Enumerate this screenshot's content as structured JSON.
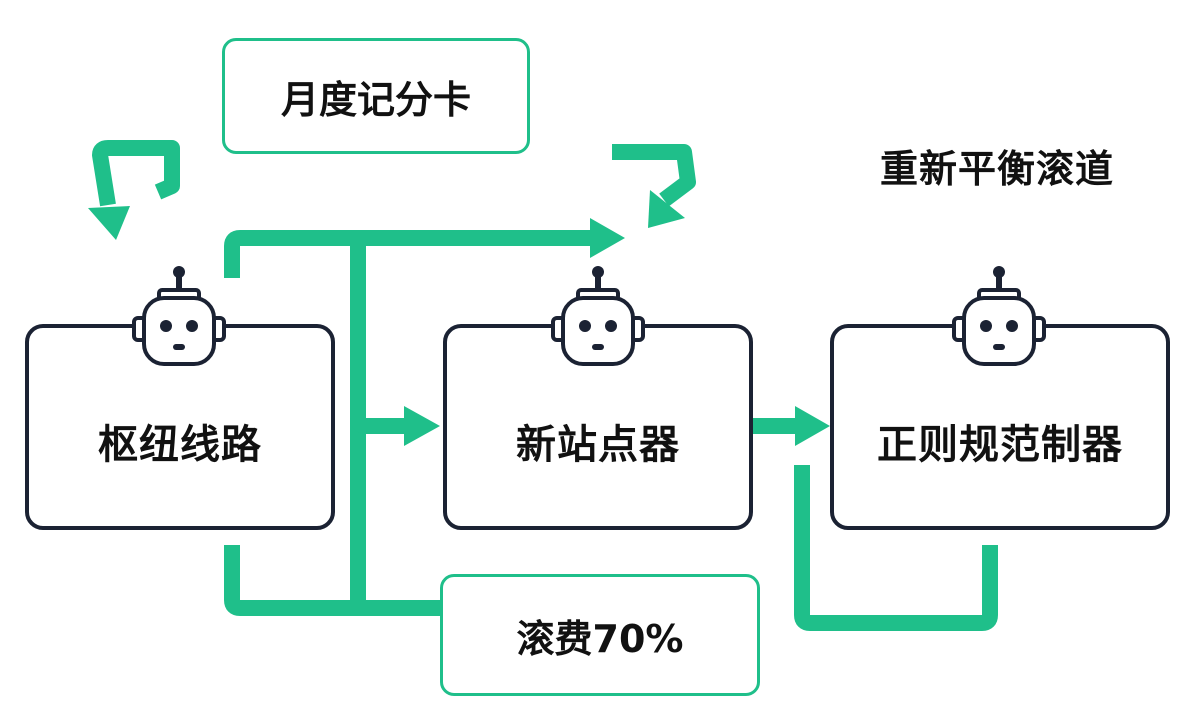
{
  "colors": {
    "accent": "#1fbf8a",
    "box_border": "#1b2233",
    "text": "#111111"
  },
  "nodes": {
    "hub_route": {
      "label": "枢纽线路",
      "icon": "robot-icon"
    },
    "new_site": {
      "label": "新站点器",
      "icon": "robot-icon"
    },
    "regularizer": {
      "label": "正则规范制器",
      "icon": "robot-icon"
    }
  },
  "notes": {
    "monthly_scorecard": "月度记分卡",
    "rebalance_channel": "重新平衡滚道",
    "cost_70": "滚费70%"
  }
}
